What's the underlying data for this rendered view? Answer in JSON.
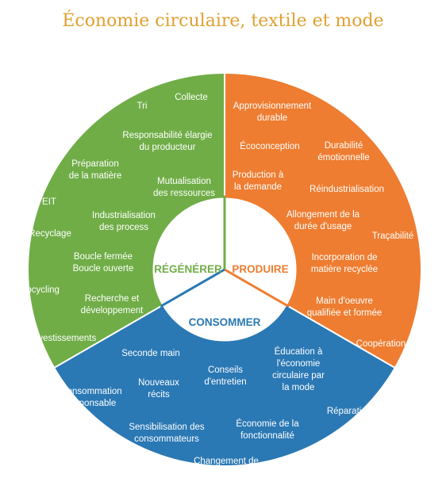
{
  "title": "Économie circulaire, textile et mode",
  "colors": {
    "regenerer": "#70ad47",
    "produire": "#ee7d31",
    "consommer": "#2a78b4",
    "title": "#e0a030",
    "center": "#ffffff"
  },
  "hub": {
    "regenerer": "RÉGÉNÉRER",
    "produire": "PRODUIRE",
    "consommer": "CONSOMMER"
  },
  "regenerer_items": [
    "Tri",
    "Collecte",
    "Responsabilité élargie du producteur",
    "Préparation de la matière",
    "Mutualisation des ressources",
    "EIT",
    "Industrialisation des process",
    "Recyclage",
    "Boucle fermée Boucle ouverte",
    "Upcycling",
    "Recherche et développement",
    "Investissements"
  ],
  "produire_items": [
    "Approvisionnement durable",
    "Écoconception",
    "Durabilité émotionnelle",
    "Production à la demande",
    "Réindustrialisation",
    "Allongement de la durée d'usage",
    "Traçabilité",
    "Incorporation de matière recyclée",
    "Main d'oeuvre qualifiée et formée",
    "Coopération"
  ],
  "consommer_items": [
    "Seconde main",
    "Nouveaux récits",
    "Conseils d'entretien",
    "Éducation à l'économie circulaire par la mode",
    "Consommation responsable",
    "Réparation",
    "Sensibilisation des consommateurs",
    "Économie de la fonctionnalité",
    "Changement de modèle"
  ]
}
